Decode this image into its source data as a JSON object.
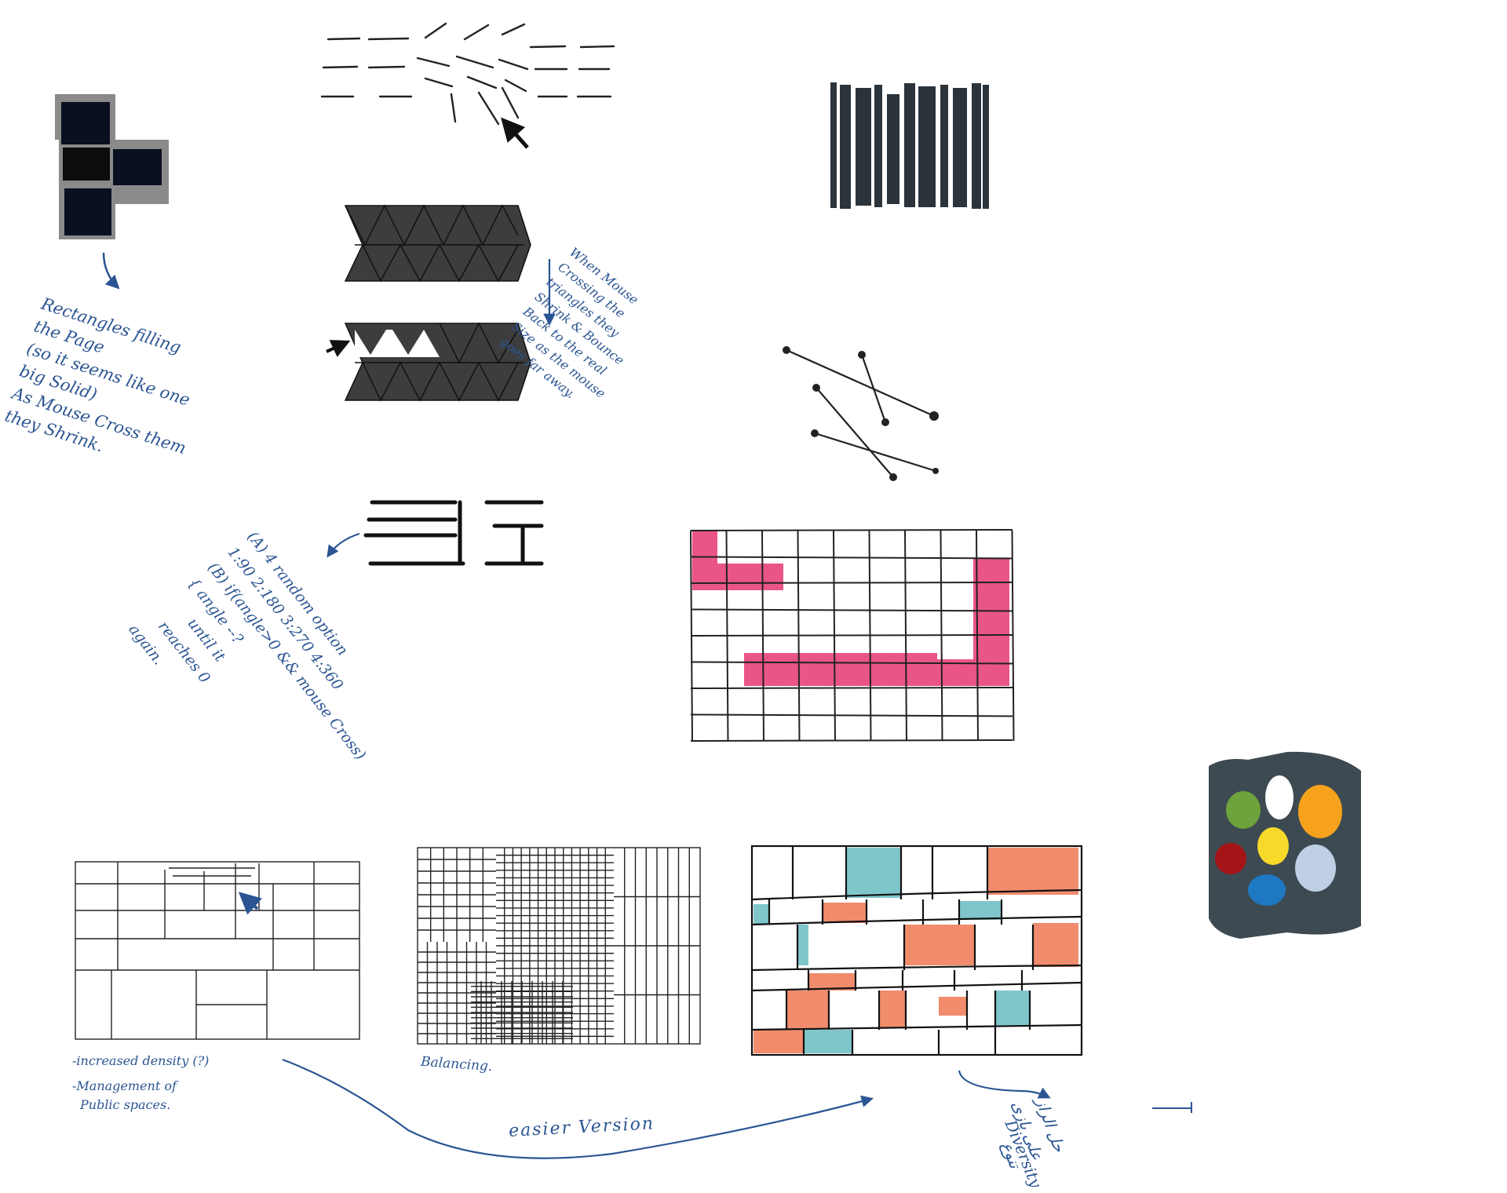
{
  "notes": {
    "rectangles": [
      "Rectangles filling",
      "the Page",
      "(so it seems like one",
      "big Solid)",
      "As Mouse Cross them",
      "they Shrink."
    ],
    "triangles": [
      "When Mouse",
      "Crossing the",
      "triangles they",
      "Shrink & Bounce",
      "Back to the real",
      "Size as the mouse",
      "goes far away."
    ],
    "rotation": [
      "(A) 4 random option",
      "1:90 2:180 3:270 4:360",
      "(B) if(angle>0 && mouse Cross)",
      "{ angle --?",
      "until it",
      "reaches 0",
      "again."
    ],
    "density": [
      "-increased density (?)",
      "-Management of",
      "Public spaces."
    ],
    "balancing": "Balancing.",
    "easier": "easier Version",
    "diversity_ar": [
      "حل الراز",
      "علی بازی",
      "تنوع"
    ],
    "diversity": "Diversity"
  },
  "colors": {
    "ink": "#111111",
    "note": "#2b5592",
    "dark_fill": "#0a1020",
    "gray_border": "#8a8a8a",
    "triangle_fill": "#3d3d3d",
    "barcode": "#2b333b",
    "pink": "#ea5587",
    "teal": "#7fc6cb",
    "salmon": "#f08c6c",
    "palette_bg": "#3d4a52",
    "palette_blobs": [
      "#6ea23c",
      "#ffffff",
      "#f7a21c",
      "#a51416",
      "#f7d92a",
      "#bfd0e4",
      "#1e78c2"
    ]
  }
}
